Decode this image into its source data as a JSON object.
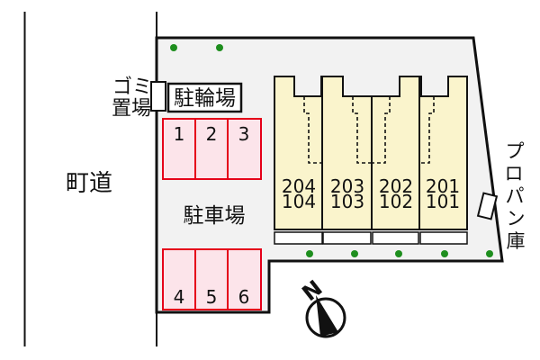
{
  "road": {
    "label": "町道"
  },
  "garbage_area": {
    "label": "ゴミ置場",
    "lines": [
      "ゴミ",
      "置場"
    ]
  },
  "bicycle_parking": {
    "label": "駐輪場"
  },
  "parking": {
    "label": "駐車場",
    "stalls": [
      "1",
      "2",
      "3",
      "4",
      "5",
      "6"
    ]
  },
  "building": {
    "units": [
      {
        "upper": "204",
        "lower": "104"
      },
      {
        "upper": "203",
        "lower": "103"
      },
      {
        "upper": "202",
        "lower": "102"
      },
      {
        "upper": "201",
        "lower": "101"
      }
    ]
  },
  "propane_storage": {
    "label": "プロパン庫",
    "chars": [
      "プ",
      "ロ",
      "パ",
      "ン",
      "庫"
    ]
  },
  "compass": {
    "label": "N"
  },
  "trees": {
    "top_count": 2,
    "bottom_count": 5
  },
  "colors": {
    "site_fill": "#f2f2f2",
    "building_fill": "#faf4cc",
    "stall_fill": "#fce4ea",
    "stall_border": "#e50019",
    "tree_green": "#1e8e1e",
    "line": "#111111"
  }
}
